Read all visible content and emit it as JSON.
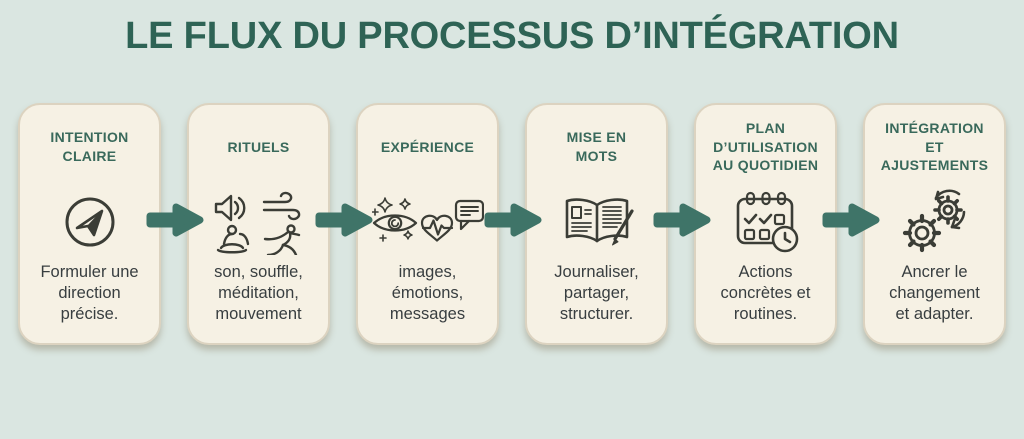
{
  "title": "LE FLUX DU PROCESSUS D’INTÉGRATION",
  "colors": {
    "background": "#dae6e1",
    "card_bg": "#f6f1e4",
    "card_border": "#dcd3c0",
    "title": "#2e6355",
    "heading": "#39695b",
    "body_text": "#383e40",
    "arrow": "#3f7468",
    "icon": "#3b3d36"
  },
  "cards": [
    {
      "title": "INTENTION\nCLAIRE",
      "icon": "compass-arrow",
      "body": "Formuler une\ndirection\nprécise."
    },
    {
      "title": "RITUELS",
      "icon": "sound-breath-meditation-movement",
      "body": "son, souffle,\nméditation,\nmouvement"
    },
    {
      "title": "EXPÉRIENCE",
      "icon": "eye-heart-message",
      "body": "images,\némotions,\nmessages"
    },
    {
      "title": "MISE EN\nMOTS",
      "icon": "journal-pen",
      "body": "Journaliser,\npartager,\nstructurer."
    },
    {
      "title": "PLAN\nD’UTILISATION\nAU QUOTIDIEN",
      "icon": "calendar-clock",
      "body": "Actions\nconcrètes et\nroutines."
    },
    {
      "title": "INTÉGRATION\nET\nAJUSTEMENTS",
      "icon": "gears-cycle",
      "body": "Ancrer le\nchangement\net adapter."
    }
  ]
}
